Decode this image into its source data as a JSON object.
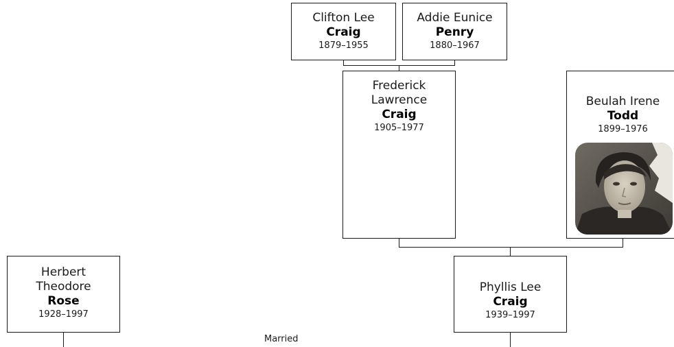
{
  "people": {
    "clifton": {
      "given": "Clifton Lee",
      "surname": "Craig",
      "dates": "1879–1955"
    },
    "addie": {
      "given": "Addie Eunice",
      "surname": "Penry",
      "dates": "1880–1967"
    },
    "frederick": {
      "given": "Frederick Lawrence",
      "surname": "Craig",
      "dates": "1905–1977"
    },
    "beulah": {
      "given": "Beulah Irene",
      "surname": "Todd",
      "dates": "1899–1976"
    },
    "herbert": {
      "given": "Herbert Theodore",
      "surname": "Rose",
      "dates": "1928–1997"
    },
    "phyllis": {
      "given": "Phyllis Lee",
      "surname": "Craig",
      "dates": "1939–1997"
    }
  },
  "relationship": {
    "label": "Married"
  }
}
